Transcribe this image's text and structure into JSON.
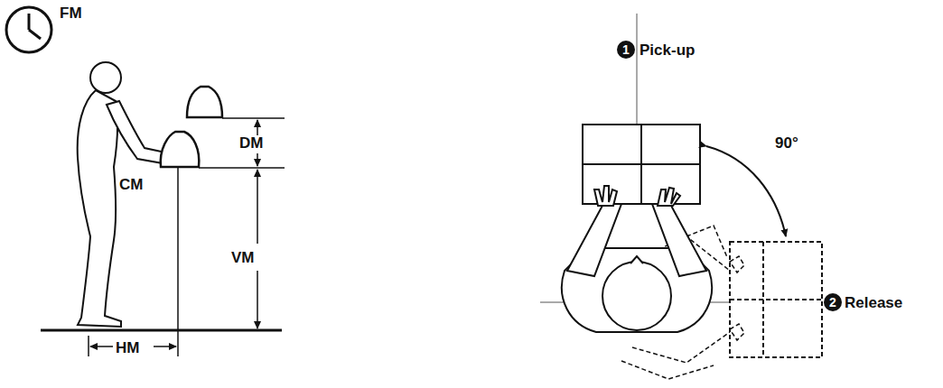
{
  "diagram": {
    "labels": [
      "FM",
      "DM",
      "CM",
      "VM",
      "HM",
      "1",
      "Pick-up",
      "90°",
      "2",
      "Release"
    ]
  }
}
